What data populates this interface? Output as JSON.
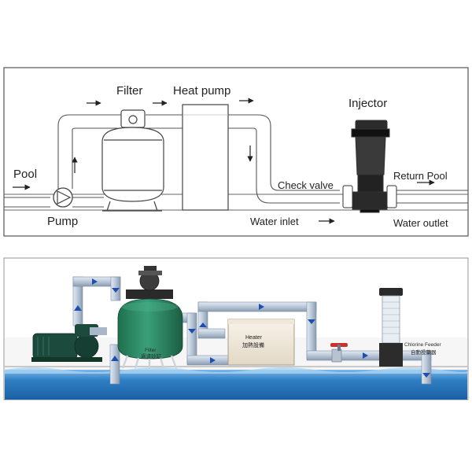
{
  "schematic": {
    "labels": {
      "pool": "Pool",
      "pump": "Pump",
      "filter": "Filter",
      "heat_pump": "Heat pump",
      "injector": "Injector",
      "check_valve": "Check valve",
      "return_pool": "Return Pool",
      "water_inlet": "Water inlet",
      "water_outlet": "Water outlet"
    }
  },
  "illustration": {
    "labels": {
      "filter_en": "Filter",
      "filter_cn": "過濾砂缸",
      "heater_en": "Heater",
      "heater_cn": "加熱設備",
      "chlorine_en": "Chlorine Feeder",
      "chlorine_cn": "自動投藥器"
    },
    "colors": {
      "pipe": "#b9c7d8",
      "arrow": "#1e4fb0",
      "water": "#2f7fc4",
      "filter_tank": "#2f8a64",
      "pump": "#1c4a3c",
      "valve": "#c8342c"
    }
  }
}
